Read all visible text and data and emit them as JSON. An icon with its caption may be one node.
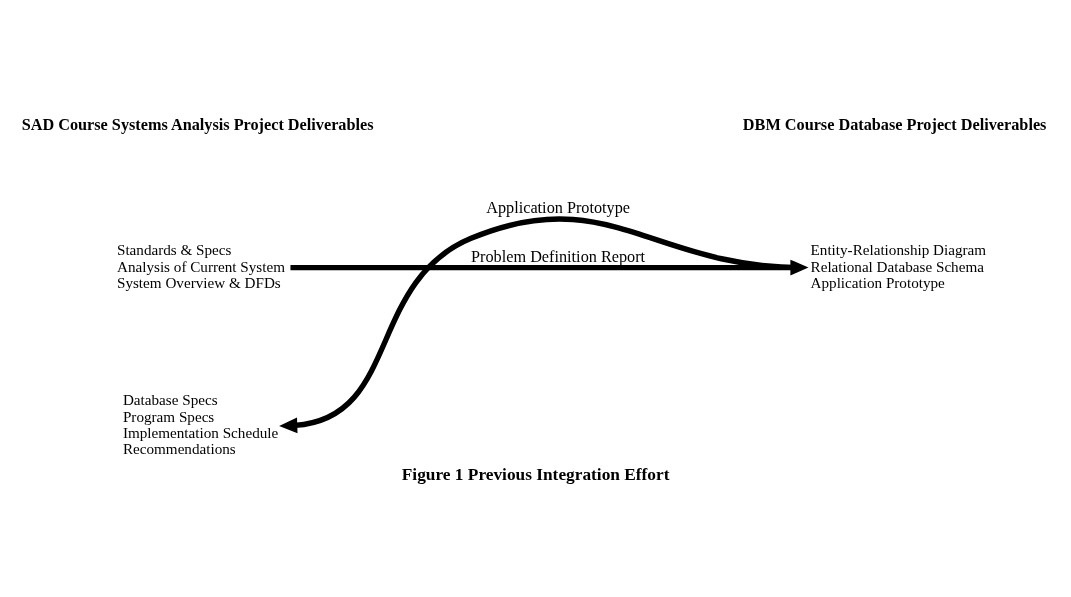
{
  "diagram": {
    "caption": "Figure 1 Previous Integration Effort",
    "nodes": [
      {
        "text": [
          "Standards & Specs",
          "Analysis of Current System",
          "System Overview & DFDs"
        ]
      },
      {
        "text": [
          "Entity-Relationship Diagram",
          "Relational Database Schema",
          "Application Prototype"
        ]
      },
      {
        "text": [
          "Database Specs",
          "Program Specs",
          "Implementation Schedule",
          "Recommendations"
        ]
      }
    ],
    "edges": [
      {
        "from": 0,
        "to": 1,
        "arrow": "to",
        "label": "Problem Definition Report"
      },
      {
        "from": 1,
        "to": 2,
        "arrow": "to",
        "label": "Application Prototype"
      }
    ],
    "labels": [
      "SAD Course Systems Analysis Project Deliverables",
      "DBM Course Database Project Deliverables"
    ]
  }
}
